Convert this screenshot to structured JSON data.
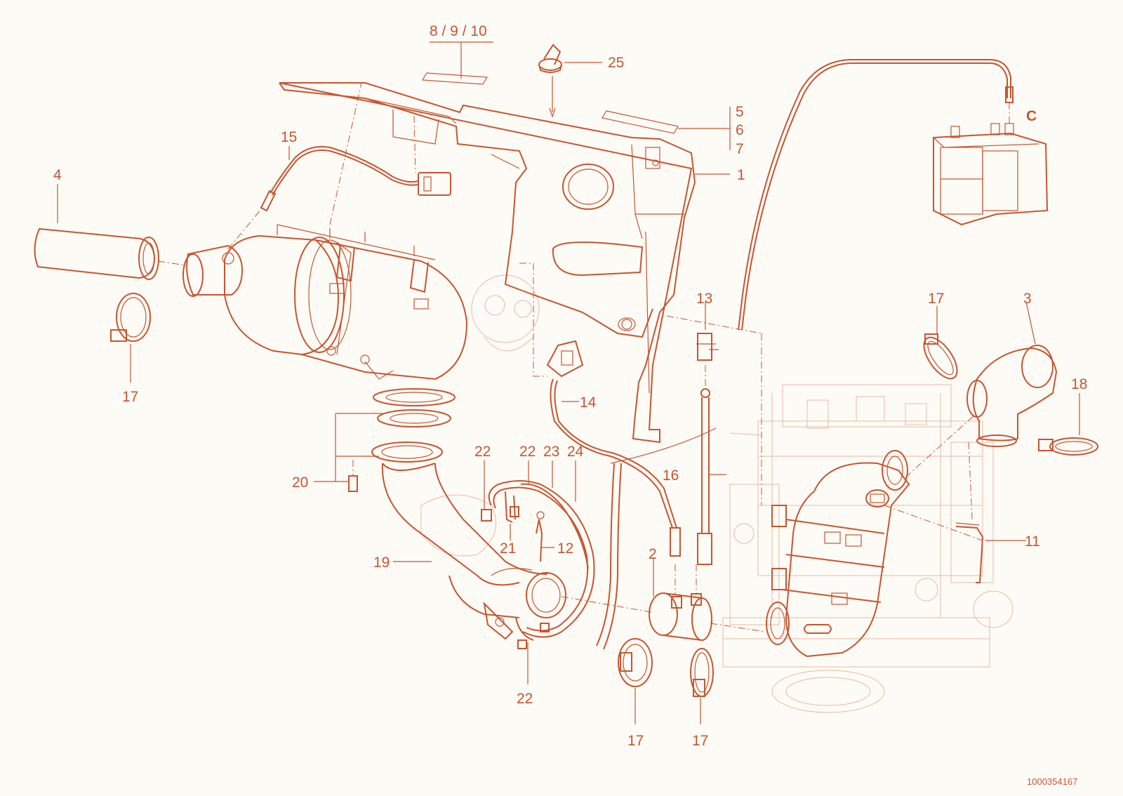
{
  "colors": {
    "ink": "#c9542e",
    "background": "#fdfbf6",
    "faint_ink": "#eab9a4",
    "text": "#c9542e",
    "ref_text": "#c9542e"
  },
  "labels": {
    "l_8_9_10": "8 / 9 / 10",
    "l_25": "25",
    "l_5": "5",
    "l_6": "6",
    "l_7": "7",
    "l_1": "1",
    "l_C": "C",
    "l_15": "15",
    "l_4": "4",
    "l_17_left": "17",
    "l_13": "13",
    "l_14": "14",
    "l_17_right": "17",
    "l_3": "3",
    "l_18": "18",
    "l_16": "16",
    "l_20": "20",
    "l_22_a": "22",
    "l_22_b": "22",
    "l_23": "23",
    "l_24": "24",
    "l_21": "21",
    "l_12": "12",
    "l_19": "19",
    "l_2": "2",
    "l_11": "11",
    "l_22_c": "22",
    "l_17_bottom_a": "17",
    "l_17_bottom_b": "17"
  },
  "reference_number": "1000354167"
}
